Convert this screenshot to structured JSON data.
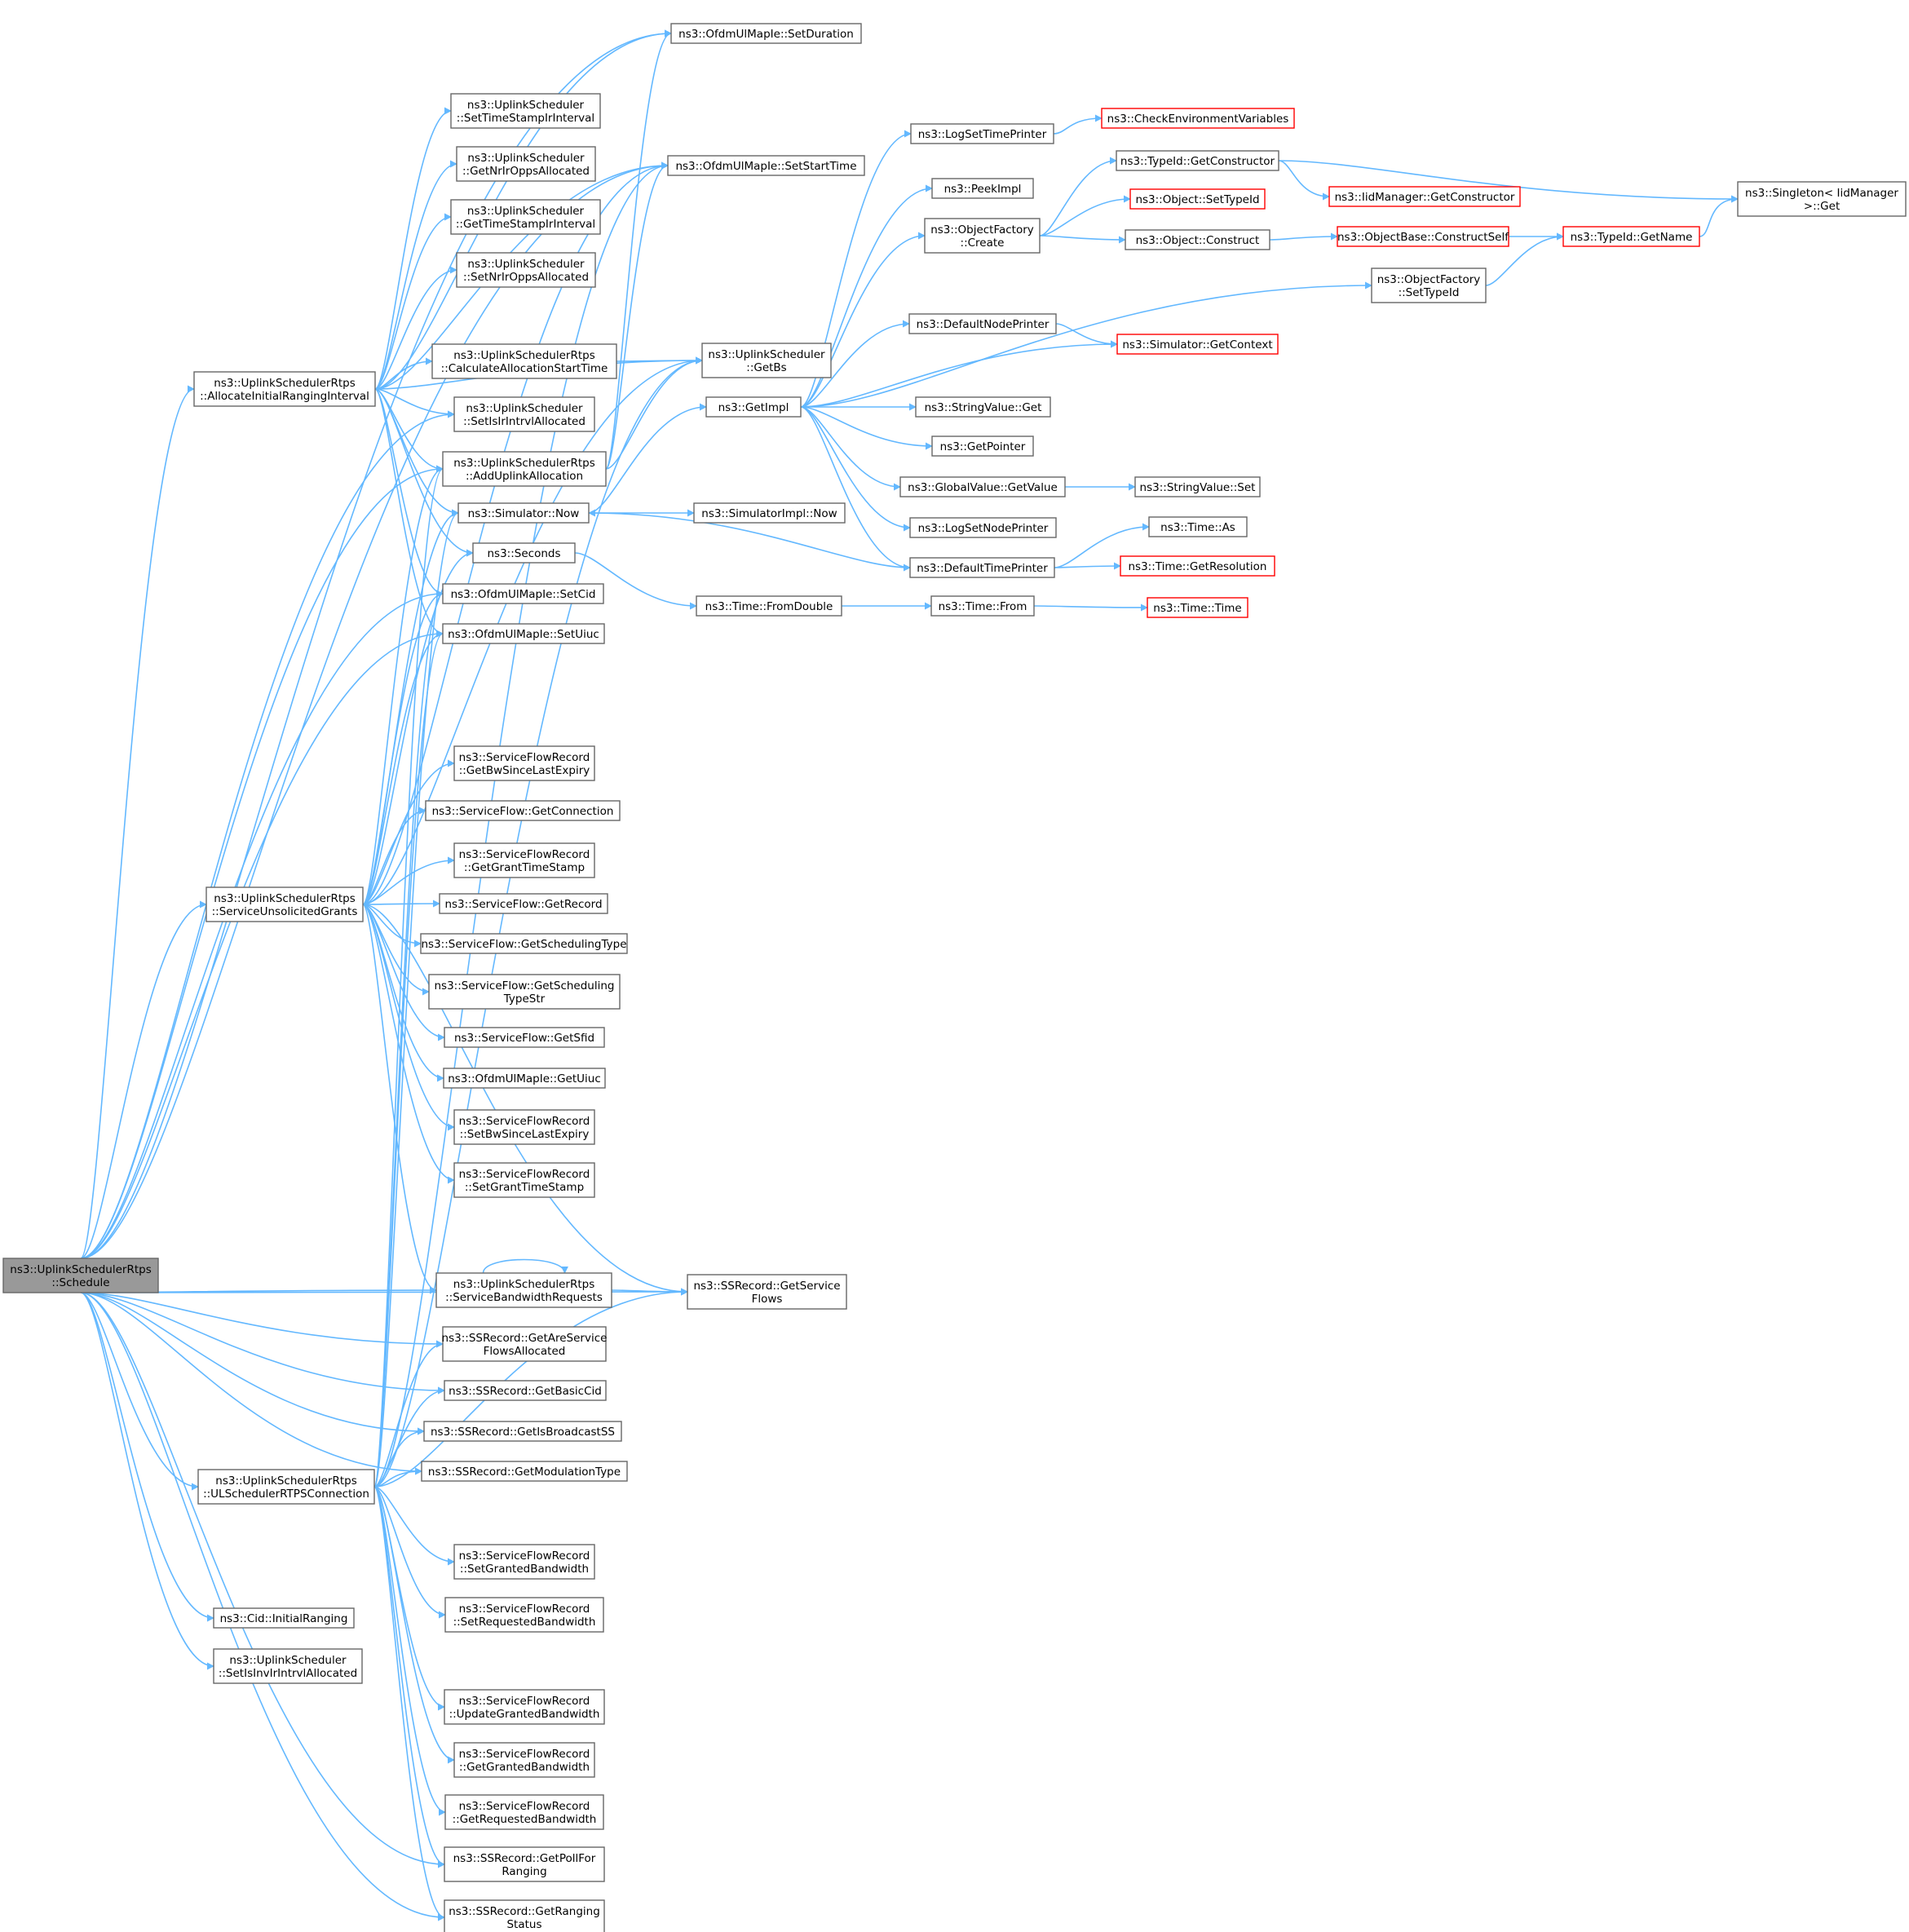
{
  "colors": {
    "edge": "#63b8ff",
    "border": "#666666",
    "red_border": "#ff0000",
    "root_fill": "#999999"
  },
  "nodes": [
    {
      "id": "schedule",
      "lines": [
        "ns3::UplinkSchedulerRtps",
        "::Schedule"
      ],
      "kind": "root"
    },
    {
      "id": "alloc",
      "lines": [
        "ns3::UplinkSchedulerRtps",
        "::AllocateInitialRangingInterval"
      ]
    },
    {
      "id": "suq",
      "lines": [
        "ns3::UplinkSchedulerRtps",
        "::ServiceUnsolicitedGrants"
      ]
    },
    {
      "id": "ulrtps",
      "lines": [
        "ns3::UplinkSchedulerRtps",
        "::ULSchedulerRTPSConnection"
      ]
    },
    {
      "id": "initrng",
      "lines": [
        "ns3::Cid::InitialRanging"
      ]
    },
    {
      "id": "setinv",
      "lines": [
        "ns3::UplinkScheduler",
        "::SetIsInvIrIntrvlAllocated"
      ]
    },
    {
      "id": "settsir",
      "lines": [
        "ns3::UplinkScheduler",
        "::SetTimeStampIrInterval"
      ]
    },
    {
      "id": "getnrir",
      "lines": [
        "ns3::UplinkScheduler",
        "::GetNrIrOppsAllocated"
      ]
    },
    {
      "id": "gettsir",
      "lines": [
        "ns3::UplinkScheduler",
        "::GetTimeStampIrInterval"
      ]
    },
    {
      "id": "setnrir",
      "lines": [
        "ns3::UplinkScheduler",
        "::SetNrIrOppsAllocated"
      ]
    },
    {
      "id": "calcstart",
      "lines": [
        "ns3::UplinkSchedulerRtps",
        "::CalculateAllocationStartTime"
      ]
    },
    {
      "id": "setisir",
      "lines": [
        "ns3::UplinkScheduler",
        "::SetIsIrIntrvlAllocated"
      ]
    },
    {
      "id": "addul",
      "lines": [
        "ns3::UplinkSchedulerRtps",
        "::AddUplinkAllocation"
      ]
    },
    {
      "id": "simnow",
      "lines": [
        "ns3::Simulator::Now"
      ]
    },
    {
      "id": "seconds",
      "lines": [
        "ns3::Seconds"
      ]
    },
    {
      "id": "setcid",
      "lines": [
        "ns3::OfdmUlMapIe::SetCid"
      ]
    },
    {
      "id": "setuiuc",
      "lines": [
        "ns3::OfdmUlMapIe::SetUiuc"
      ]
    },
    {
      "id": "sfr_getbw",
      "lines": [
        "ns3::ServiceFlowRecord",
        "::GetBwSinceLastExpiry"
      ]
    },
    {
      "id": "sf_getconn",
      "lines": [
        "ns3::ServiceFlow::GetConnection"
      ]
    },
    {
      "id": "sfr_getgts",
      "lines": [
        "ns3::ServiceFlowRecord",
        "::GetGrantTimeStamp"
      ]
    },
    {
      "id": "sf_getrec",
      "lines": [
        "ns3::ServiceFlow::GetRecord"
      ]
    },
    {
      "id": "sf_getst",
      "lines": [
        "ns3::ServiceFlow::GetSchedulingType"
      ]
    },
    {
      "id": "sf_getststr",
      "lines": [
        "ns3::ServiceFlow::GetScheduling",
        "TypeStr"
      ]
    },
    {
      "id": "sf_getsfid",
      "lines": [
        "ns3::ServiceFlow::GetSfid"
      ]
    },
    {
      "id": "ofdm_getuiuc",
      "lines": [
        "ns3::OfdmUlMapIe::GetUiuc"
      ]
    },
    {
      "id": "sfr_setbw",
      "lines": [
        "ns3::ServiceFlowRecord",
        "::SetBwSinceLastExpiry"
      ]
    },
    {
      "id": "sfr_setgts",
      "lines": [
        "ns3::ServiceFlowRecord",
        "::SetGrantTimeStamp"
      ]
    },
    {
      "id": "sbr",
      "lines": [
        "ns3::UplinkSchedulerRtps",
        "::ServiceBandwidthRequests"
      ]
    },
    {
      "id": "ss_getasfa",
      "lines": [
        "ns3::SSRecord::GetAreService",
        "FlowsAllocated"
      ]
    },
    {
      "id": "ss_getbcid",
      "lines": [
        "ns3::SSRecord::GetBasicCid"
      ]
    },
    {
      "id": "ss_getbcast",
      "lines": [
        "ns3::SSRecord::GetIsBroadcastSS"
      ]
    },
    {
      "id": "ss_getmod",
      "lines": [
        "ns3::SSRecord::GetModulationType"
      ]
    },
    {
      "id": "sfr_setgbw",
      "lines": [
        "ns3::ServiceFlowRecord",
        "::SetGrantedBandwidth"
      ]
    },
    {
      "id": "sfr_setrbw",
      "lines": [
        "ns3::ServiceFlowRecord",
        "::SetRequestedBandwidth"
      ]
    },
    {
      "id": "sfr_updgbw",
      "lines": [
        "ns3::ServiceFlowRecord",
        "::UpdateGrantedBandwidth"
      ]
    },
    {
      "id": "sfr_getgbw",
      "lines": [
        "ns3::ServiceFlowRecord",
        "::GetGrantedBandwidth"
      ]
    },
    {
      "id": "sfr_getrbw",
      "lines": [
        "ns3::ServiceFlowRecord",
        "::GetRequestedBandwidth"
      ]
    },
    {
      "id": "ss_getpoll",
      "lines": [
        "ns3::SSRecord::GetPollFor",
        "Ranging"
      ]
    },
    {
      "id": "ss_getrng",
      "lines": [
        "ns3::SSRecord::GetRanging",
        "Status"
      ]
    },
    {
      "id": "setdur",
      "lines": [
        "ns3::OfdmUlMapIe::SetDuration"
      ]
    },
    {
      "id": "setstart",
      "lines": [
        "ns3::OfdmUlMapIe::SetStartTime"
      ]
    },
    {
      "id": "getbs",
      "lines": [
        "ns3::UplinkScheduler",
        "::GetBs"
      ]
    },
    {
      "id": "getimpl",
      "lines": [
        "ns3::GetImpl"
      ]
    },
    {
      "id": "simimplnow",
      "lines": [
        "ns3::SimulatorImpl::Now"
      ]
    },
    {
      "id": "fromdouble",
      "lines": [
        "ns3::Time::FromDouble"
      ]
    },
    {
      "id": "ss_getsf",
      "lines": [
        "ns3::SSRecord::GetService",
        "Flows"
      ]
    },
    {
      "id": "logstp",
      "lines": [
        "ns3::LogSetTimePrinter"
      ]
    },
    {
      "id": "peekimpl",
      "lines": [
        "ns3::PeekImpl"
      ]
    },
    {
      "id": "ofcreate",
      "lines": [
        "ns3::ObjectFactory",
        "::Create"
      ]
    },
    {
      "id": "defnode",
      "lines": [
        "ns3::DefaultNodePrinter"
      ]
    },
    {
      "id": "strget",
      "lines": [
        "ns3::StringValue::Get"
      ]
    },
    {
      "id": "getptr",
      "lines": [
        "ns3::GetPointer"
      ]
    },
    {
      "id": "gvget",
      "lines": [
        "ns3::GlobalValue::GetValue"
      ]
    },
    {
      "id": "logsnp",
      "lines": [
        "ns3::LogSetNodePrinter"
      ]
    },
    {
      "id": "deftime",
      "lines": [
        "ns3::DefaultTimePrinter"
      ]
    },
    {
      "id": "timefrom",
      "lines": [
        "ns3::Time::From"
      ]
    },
    {
      "id": "checkenv",
      "lines": [
        "ns3::CheckEnvironmentVariables"
      ],
      "red": true
    },
    {
      "id": "tidgetc",
      "lines": [
        "ns3::TypeId::GetConstructor"
      ]
    },
    {
      "id": "objsettid",
      "lines": [
        "ns3::Object::SetTypeId"
      ],
      "red": true
    },
    {
      "id": "objcons",
      "lines": [
        "ns3::Object::Construct"
      ]
    },
    {
      "id": "simgetctx",
      "lines": [
        "ns3::Simulator::GetContext"
      ],
      "red": true
    },
    {
      "id": "strset",
      "lines": [
        "ns3::StringValue::Set"
      ]
    },
    {
      "id": "timeas",
      "lines": [
        "ns3::Time::As"
      ]
    },
    {
      "id": "timegetres",
      "lines": [
        "ns3::Time::GetResolution"
      ],
      "red": true
    },
    {
      "id": "timetime",
      "lines": [
        "ns3::Time::Time"
      ],
      "red": true
    },
    {
      "id": "iidgetc",
      "lines": [
        "ns3::IidManager::GetConstructor"
      ],
      "red": true
    },
    {
      "id": "objbcs",
      "lines": [
        "ns3::ObjectBase::ConstructSelf"
      ],
      "red": true
    },
    {
      "id": "ofsettid",
      "lines": [
        "ns3::ObjectFactory",
        "::SetTypeId"
      ]
    },
    {
      "id": "tidgetname",
      "lines": [
        "ns3::TypeId::GetName"
      ],
      "red": true
    },
    {
      "id": "singleton",
      "lines": [
        "ns3::Singleton< IidManager",
        ">::Get"
      ]
    }
  ]
}
